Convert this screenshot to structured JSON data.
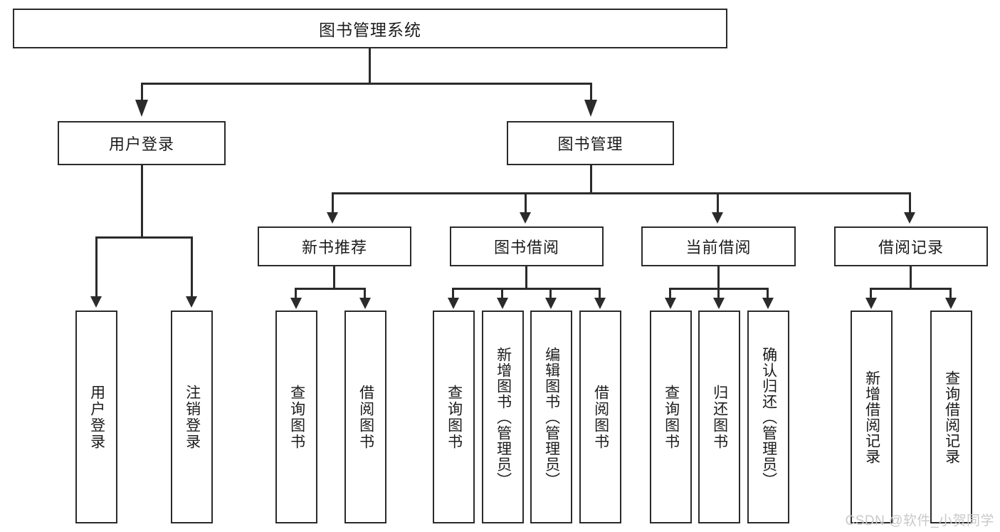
{
  "diagram": {
    "title": "图书管理系统",
    "root": {
      "label": "图书管理系统"
    },
    "level1": [
      {
        "label": "用户登录"
      },
      {
        "label": "图书管理"
      }
    ],
    "level2": [
      {
        "label": "新书推荐"
      },
      {
        "label": "图书借阅"
      },
      {
        "label": "当前借阅"
      },
      {
        "label": "借阅记录"
      }
    ],
    "leaves": {
      "user_login": [
        {
          "label": "用户登录"
        },
        {
          "label": "注销登录"
        }
      ],
      "new_book_recommend": [
        {
          "label": "查询图书"
        },
        {
          "label": "借阅图书"
        }
      ],
      "book_borrow": [
        {
          "label": "查询图书"
        },
        {
          "label": "新增图书（管理员）"
        },
        {
          "label": "编辑图书（管理员）"
        },
        {
          "label": "借阅图书"
        }
      ],
      "current_borrow": [
        {
          "label": "查询图书"
        },
        {
          "label": "归还图书"
        },
        {
          "label": "确认归还（管理员）"
        }
      ],
      "borrow_record": [
        {
          "label": "新增借阅记录"
        },
        {
          "label": "查询借阅记录"
        }
      ]
    }
  },
  "watermark": {
    "text": "CSDN @软件_小贺同学"
  },
  "colors": {
    "line": "#2b2b2b",
    "box_border": "#2b2b2b",
    "box_fill": "#ffffff",
    "text": "#1c1c1c",
    "watermark": "#c9c9c9",
    "background": "#ffffff"
  }
}
